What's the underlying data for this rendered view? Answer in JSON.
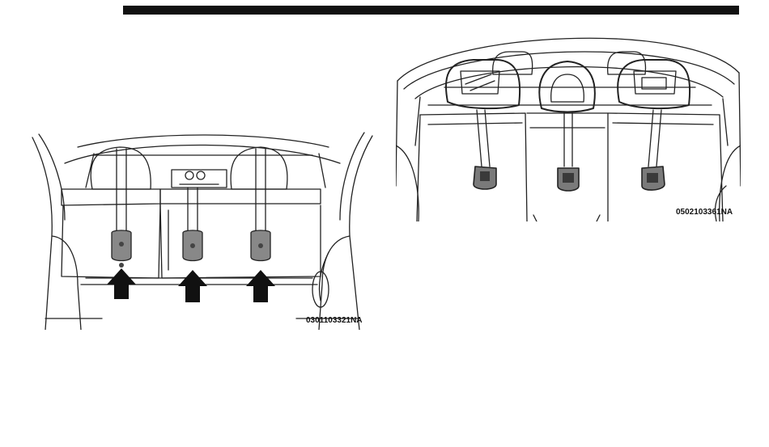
{
  "page": {
    "figures": [
      {
        "id": "cargo-view-arrows",
        "code": "0301103321NA",
        "icons": [
          "seat-belt-icon",
          "arrow-up-icon"
        ]
      },
      {
        "id": "rear-seat-headrests",
        "code": "0502103361NA",
        "icons": [
          "seat-belt-icon",
          "headrest-icon"
        ]
      }
    ],
    "colors": {
      "rule": "#111111",
      "line": "#222222",
      "buckle": "#7a7a7a"
    }
  }
}
